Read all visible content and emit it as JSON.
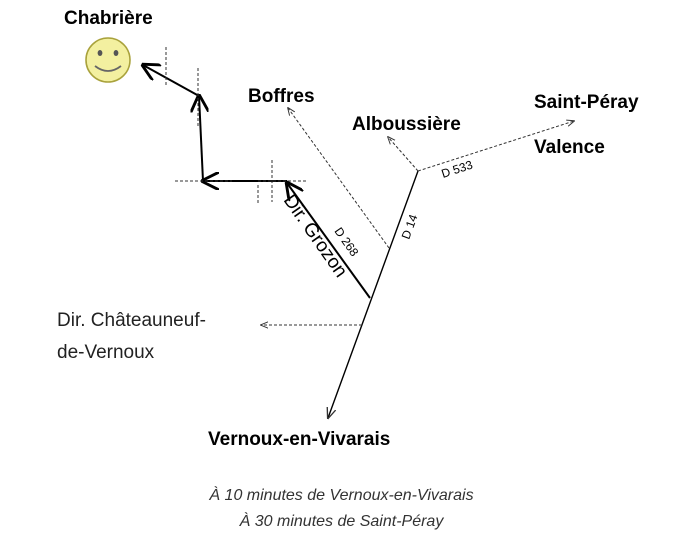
{
  "places": {
    "chabriere": "Chabrière",
    "boffres": "Boffres",
    "alboussiere": "Alboussière",
    "saint_peray": "Saint-Péray",
    "valence": "Valence",
    "vernoux": "Vernoux-en-Vivarais",
    "chateauneuf_line1": "Dir. Châteauneuf-",
    "chateauneuf_line2": "de-Vernoux"
  },
  "roads": {
    "d533": "D 533",
    "d14": "D 14",
    "d268": "D 268",
    "grozon": "Dir. Grozon"
  },
  "captions": {
    "line1": "À 10 minutes de Vernoux-en-Vivarais",
    "line2": "À 30 minutes de Saint-Péray"
  },
  "icons": {
    "destination": "smiley-icon"
  },
  "colors": {
    "smiley_fill": "#f3f0a0",
    "smiley_stroke": "#a9a23c",
    "line": "#000000",
    "dashed": "#555555"
  }
}
